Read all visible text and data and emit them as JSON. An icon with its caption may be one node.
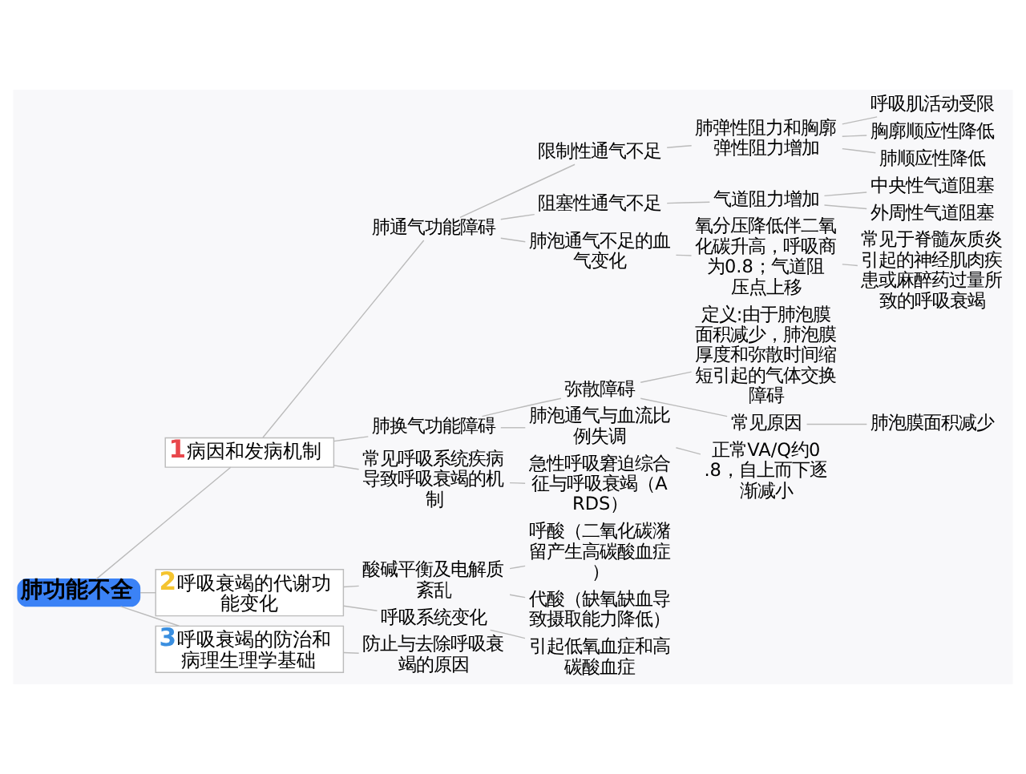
{
  "diagram": {
    "nodes": [
      {
        "text": [
          "肺功能不全"
        ]
      },
      {
        "text": [
          "1",
          "病因和发病机制"
        ]
      },
      {
        "text": [
          "肺通气功能障碍"
        ]
      },
      {
        "text": [
          "限制性通气不足"
        ]
      },
      {
        "text": [
          "肺弹性阻力和胸廓弹性阻力增加"
        ]
      },
      {
        "text": [
          "呼吸肌活动受限"
        ]
      },
      {
        "text": [
          "胸廓顺应性降低"
        ]
      },
      {
        "text": [
          "肺顺应性降低"
        ]
      },
      {
        "text": [
          "阻塞性通气不足"
        ]
      },
      {
        "text": [
          "气道阻力增加"
        ]
      },
      {
        "text": [
          "中央性气道阻塞"
        ]
      },
      {
        "text": [
          "外周性气道阻塞"
        ]
      },
      {
        "text": [
          "肺泡通气不足的血气变化"
        ]
      },
      {
        "text": [
          "氧分压降低伴二氧化碳升高，呼吸商为0.8；气道阻压点上移"
        ]
      },
      {
        "text": [
          "常见于脊髓灰质炎引起的神经肌肉疾患或麻醉药过量所致的呼吸衰竭"
        ]
      },
      {
        "text": [
          "肺换气功能障碍"
        ]
      },
      {
        "text": [
          "弥散障碍"
        ]
      },
      {
        "text": [
          "定义:由于肺泡膜面积减少，肺泡膜厚度和弥散时间缩短引起的气体交换障碍"
        ]
      },
      {
        "text": [
          "常见原因"
        ]
      },
      {
        "text": [
          "肺泡膜面积减少"
        ]
      },
      {
        "text": [
          "肺泡通气与血流比例失调"
        ]
      },
      {
        "text": [
          "正常VA/Q约0.8，自上而下逐渐减小"
        ]
      },
      {
        "text": [
          "常见呼吸系统疾病导致呼吸衰竭的机制"
        ]
      },
      {
        "text": [
          "急性呼吸窘迫综合征与呼吸衰竭（ARDS）"
        ]
      },
      {
        "text": [
          "2",
          "呼吸衰竭的代谢功能变化"
        ]
      },
      {
        "text": [
          "酸碱平衡及电解质紊乱"
        ]
      },
      {
        "text": [
          "呼酸（二氧化碳潴留产生高碳酸血症）"
        ]
      },
      {
        "text": [
          "代酸（缺氧缺血导致摄取能力降低）"
        ]
      },
      {
        "text": [
          "呼吸系统变化"
        ]
      },
      {
        "text": [
          "引起低氧血症和高碳酸血症"
        ]
      },
      {
        "text": [
          "3",
          "呼吸衰竭的防治和病理生理学基础"
        ]
      },
      {
        "text": [
          "防止与去除呼吸衰竭的原因"
        ]
      }
    ],
    "edges": [
      {
        "from": 0,
        "to": 1,
        "arrow": "none"
      },
      {
        "from": 1,
        "to": 2,
        "arrow": "none"
      },
      {
        "from": 2,
        "to": 3,
        "arrow": "none"
      },
      {
        "from": 3,
        "to": 4,
        "arrow": "none"
      },
      {
        "from": 4,
        "to": 5,
        "arrow": "none"
      },
      {
        "from": 4,
        "to": 6,
        "arrow": "none"
      },
      {
        "from": 4,
        "to": 7,
        "arrow": "none"
      },
      {
        "from": 2,
        "to": 8,
        "arrow": "none"
      },
      {
        "from": 8,
        "to": 9,
        "arrow": "none"
      },
      {
        "from": 9,
        "to": 10,
        "arrow": "none"
      },
      {
        "from": 9,
        "to": 11,
        "arrow": "none"
      },
      {
        "from": 2,
        "to": 12,
        "arrow": "none"
      },
      {
        "from": 12,
        "to": 13,
        "arrow": "none"
      },
      {
        "from": 13,
        "to": 14,
        "arrow": "none"
      },
      {
        "from": 1,
        "to": 15,
        "arrow": "none"
      },
      {
        "from": 15,
        "to": 16,
        "arrow": "none"
      },
      {
        "from": 16,
        "to": 17,
        "arrow": "none"
      },
      {
        "from": 16,
        "to": 18,
        "arrow": "none"
      },
      {
        "from": 18,
        "to": 19,
        "arrow": "none"
      },
      {
        "from": 15,
        "to": 20,
        "arrow": "none"
      },
      {
        "from": 20,
        "to": 21,
        "arrow": "none"
      },
      {
        "from": 1,
        "to": 22,
        "arrow": "none"
      },
      {
        "from": 22,
        "to": 23,
        "arrow": "none"
      },
      {
        "from": 0,
        "to": 24,
        "arrow": "none"
      },
      {
        "from": 24,
        "to": 25,
        "arrow": "none"
      },
      {
        "from": 25,
        "to": 26,
        "arrow": "none"
      },
      {
        "from": 25,
        "to": 27,
        "arrow": "none"
      },
      {
        "from": 24,
        "to": 28,
        "arrow": "none"
      },
      {
        "from": 28,
        "to": 29,
        "arrow": "none"
      },
      {
        "from": 0,
        "to": 30,
        "arrow": "none"
      },
      {
        "from": 30,
        "to": 31,
        "arrow": "none"
      }
    ]
  }
}
